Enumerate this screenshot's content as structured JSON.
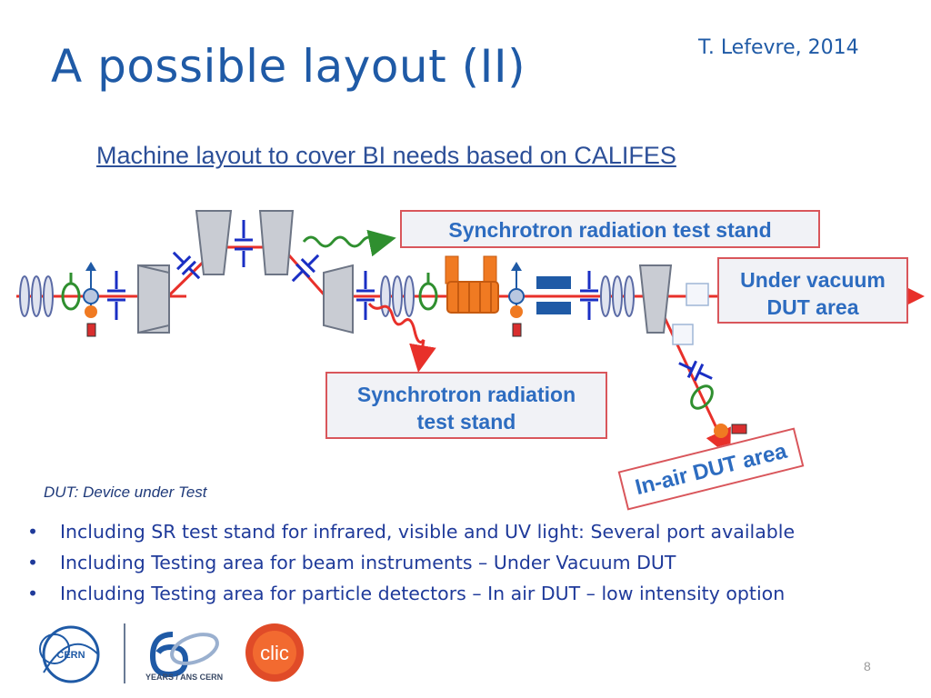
{
  "slide": {
    "title": "A possible layout (II)",
    "author": "T. Lefevre, 2014",
    "subtitle": "Machine layout to cover BI needs based on CALIFES",
    "page_number": "8"
  },
  "diagram": {
    "labels": {
      "sr_test_stand_top": "Synchrotron radiation test stand",
      "uhv_line1": "Under vacuum",
      "uhv_line2": "DUT area",
      "sr_mid_line1": "Synchrotron radiation",
      "sr_mid_line2": "test stand",
      "in_air": "In-air DUT area"
    },
    "colors": {
      "beamline": "#e8302a",
      "dipole": "#c9ccd3",
      "quadrupole": "#c5c8cf",
      "corrector": "#1a2fc4",
      "bpm_ring": "#2f8f2f",
      "sr_wave_green": "#2f8f2f",
      "sr_wave_red": "#e8302a",
      "undulator": "#f07a22",
      "accent_blue": "#1f5aa6",
      "box_border": "#d9565b"
    }
  },
  "footnote": "DUT: Device under Test",
  "bullets": [
    "Including SR test stand for infrared, visible and UV light: Several port available",
    "Including Testing area for beam instruments – Under Vacuum DUT",
    "Including Testing area for particle detectors – In air DUT – low intensity option"
  ],
  "logos": {
    "cern": "CERN",
    "anniversary_caption": "YEARS / ANS CERN",
    "clic": "clic"
  }
}
